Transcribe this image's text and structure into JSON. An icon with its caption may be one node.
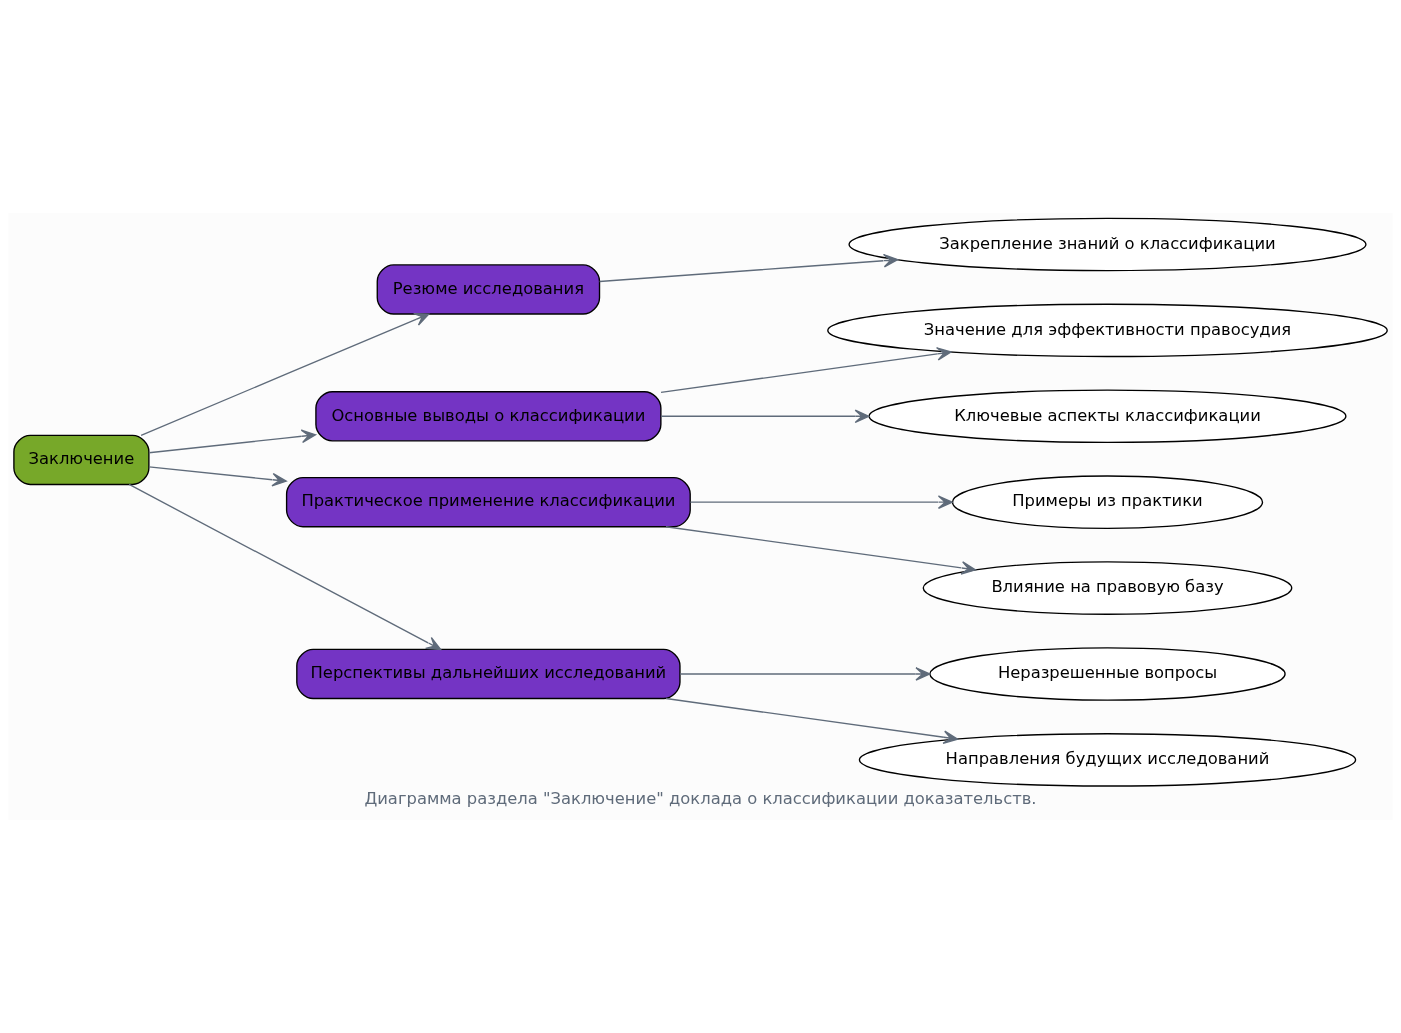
{
  "diagram": {
    "caption": "Диаграмма раздела \"Заключение\" доклада о классификации доказательств.",
    "nodes": [
      {
        "text": [
          "Заключение"
        ]
      },
      {
        "text": [
          "Резюме исследования"
        ]
      },
      {
        "text": [
          "Основные выводы о классификации"
        ]
      },
      {
        "text": [
          "Практическое применение классификации"
        ]
      },
      {
        "text": [
          "Перспективы дальнейших исследований"
        ]
      },
      {
        "text": [
          "Закрепление знаний о классификации"
        ]
      },
      {
        "text": [
          "Значение для эффективности правосудия"
        ]
      },
      {
        "text": [
          "Ключевые аспекты классификации"
        ]
      },
      {
        "text": [
          "Примеры из практики"
        ]
      },
      {
        "text": [
          "Влияние на правовую базу"
        ]
      },
      {
        "text": [
          "Неразрешенные вопросы"
        ]
      },
      {
        "text": [
          "Направления будущих исследований"
        ]
      }
    ],
    "edges": [
      {
        "from": 0,
        "to": 1,
        "arrow": "to"
      },
      {
        "from": 0,
        "to": 2,
        "arrow": "to"
      },
      {
        "from": 0,
        "to": 3,
        "arrow": "to"
      },
      {
        "from": 0,
        "to": 4,
        "arrow": "to"
      },
      {
        "from": 1,
        "to": 5,
        "arrow": "to"
      },
      {
        "from": 2,
        "to": 6,
        "arrow": "to"
      },
      {
        "from": 2,
        "to": 7,
        "arrow": "to"
      },
      {
        "from": 3,
        "to": 8,
        "arrow": "to"
      },
      {
        "from": 3,
        "to": 9,
        "arrow": "to"
      },
      {
        "from": 4,
        "to": 10,
        "arrow": "to"
      },
      {
        "from": 4,
        "to": 11,
        "arrow": "to"
      }
    ]
  }
}
